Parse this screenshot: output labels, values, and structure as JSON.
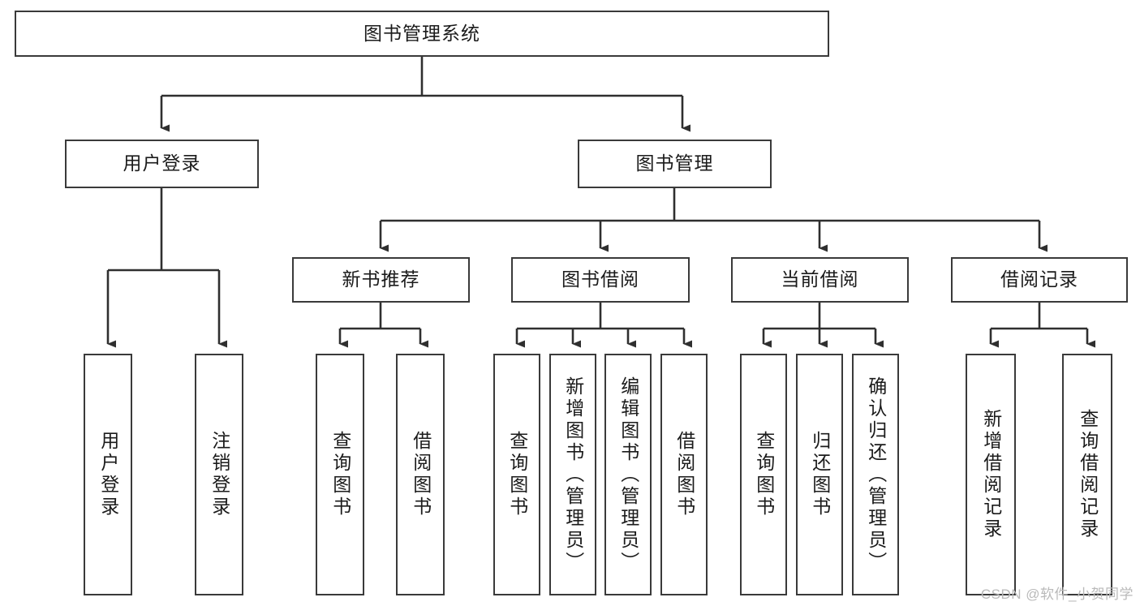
{
  "diagram": {
    "title": "图书管理系统",
    "type": "tree-hierarchy",
    "watermark": "CSDN @软件_小贺同学",
    "colors": {
      "box_border": "#3a3a3a",
      "box_fill": "#ffffff",
      "edge": "#2f2f2f",
      "text": "#1b1b1b",
      "watermark": "#b9b9b9"
    },
    "root": {
      "label": "图书管理系统"
    },
    "level2": [
      {
        "id": "user-login",
        "label": "用户登录"
      },
      {
        "id": "book-manage",
        "label": "图书管理"
      }
    ],
    "level3": [
      {
        "id": "new-book-recommend",
        "label": "新书推荐",
        "parent": "book-manage"
      },
      {
        "id": "book-borrow",
        "label": "图书借阅",
        "parent": "book-manage"
      },
      {
        "id": "current-borrow",
        "label": "当前借阅",
        "parent": "book-manage"
      },
      {
        "id": "borrow-record",
        "label": "借阅记录",
        "parent": "book-manage"
      }
    ],
    "leaves": {
      "user-login": [
        {
          "id": "leaf-user-login",
          "label": "用户登录"
        },
        {
          "id": "leaf-logout-login",
          "label": "注销登录"
        }
      ],
      "new-book-recommend": [
        {
          "id": "leaf-query-book-1",
          "label": "查询图书"
        },
        {
          "id": "leaf-borrow-book-1",
          "label": "借阅图书"
        }
      ],
      "book-borrow": [
        {
          "id": "leaf-query-book-2",
          "label": "查询图书"
        },
        {
          "id": "leaf-add-book",
          "label": "新增图书（管理员）"
        },
        {
          "id": "leaf-edit-book",
          "label": "编辑图书（管理员）"
        },
        {
          "id": "leaf-borrow-book-2",
          "label": "借阅图书"
        }
      ],
      "current-borrow": [
        {
          "id": "leaf-query-book-3",
          "label": "查询图书"
        },
        {
          "id": "leaf-return-book",
          "label": "归还图书"
        },
        {
          "id": "leaf-confirm-return",
          "label": "确认归还（管理员）"
        }
      ],
      "borrow-record": [
        {
          "id": "leaf-add-record",
          "label": "新增借阅记录"
        },
        {
          "id": "leaf-query-record",
          "label": "查询借阅记录"
        }
      ]
    }
  }
}
